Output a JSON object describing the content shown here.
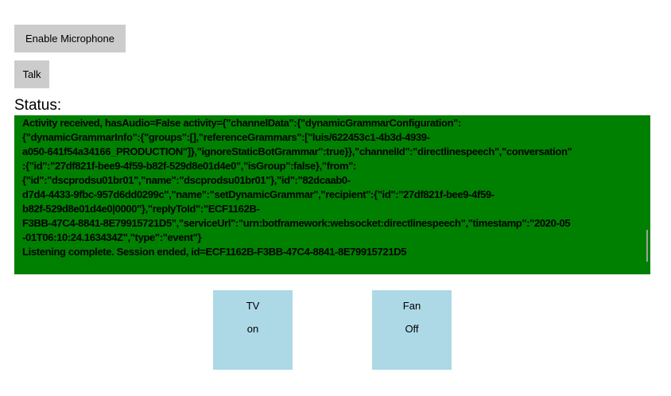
{
  "buttons": {
    "enable_microphone": "Enable Microphone",
    "talk": "Talk"
  },
  "status": {
    "label": "Status:",
    "lines": [
      "Activity received, hasAudio=False activity={\"channelData\":{\"dynamicGrammarConfiguration\":",
      "{\"dynamicGrammarInfo\":{\"groups\":[],\"referenceGrammars\":[\"luis/622453c1-4b3d-4939-",
      "a050-641f54a34166_PRODUCTION\"]},\"ignoreStaticBotGrammar\":true}},\"channelId\":\"directlinespeech\",\"conversation\"",
      ":{\"id\":\"27df821f-bee9-4f59-b82f-529d8e01d4e0\",\"isGroup\":false},\"from\":",
      "{\"id\":\"dscprodsu01br01\",\"name\":\"dscprodsu01br01\"},\"id\":\"82dcaab0-",
      "d7d4-4433-9fbc-957d6dd0299c\",\"name\":\"setDynamicGrammar\",\"recipient\":{\"id\":\"27df821f-bee9-4f59-",
      "b82f-529d8e01d4e0|0000\"},\"replyToId\":\"ECF1162B-",
      "F3BB-47C4-8841-8E79915721D5\",\"serviceUrl\":\"urn:botframework:websocket:directlinespeech\",\"timestamp\":\"2020-05",
      "-01T06:10:24.163434Z\",\"type\":\"event\"}",
      "Listening complete. Session ended, id=ECF1162B-F3BB-47C4-8841-8E79915721D5"
    ]
  },
  "devices": [
    {
      "name": "TV",
      "state": "on"
    },
    {
      "name": "Fan",
      "state": "Off"
    }
  ],
  "colors": {
    "status_bg": "#008000",
    "tile_bg": "#add8e6",
    "button_bg": "#cccccc"
  }
}
